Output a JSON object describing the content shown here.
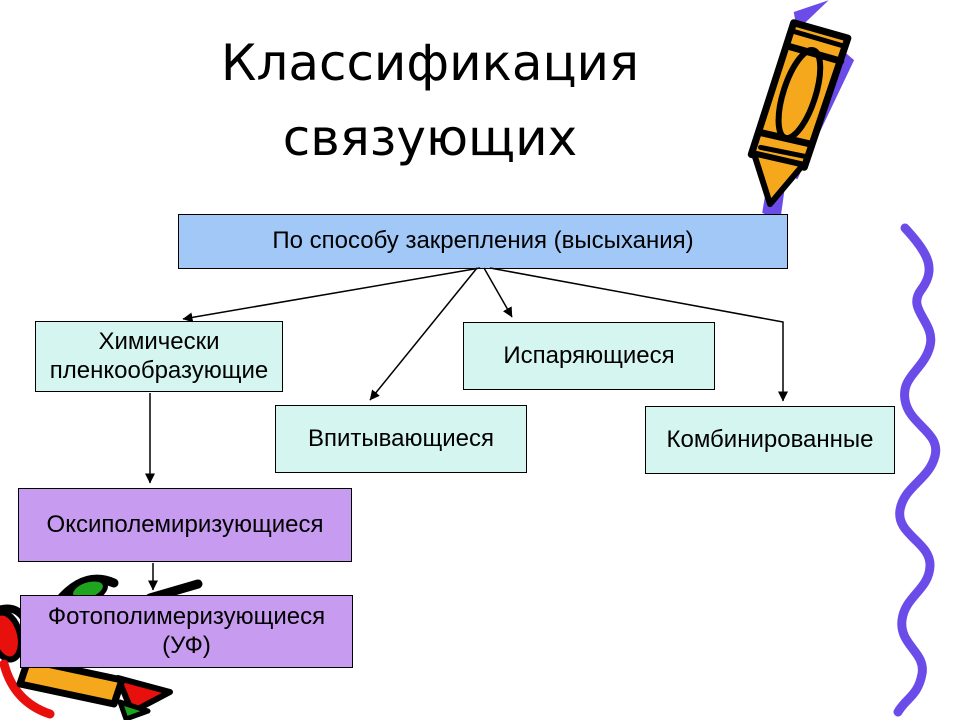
{
  "title": "Классификация связующих",
  "boxes": {
    "root": "По способу закрепления (высыхания)",
    "chem": "Химически пленкообразующие",
    "evap": "Испаряющиеся",
    "absorb": "Впитывающиеся",
    "comb": "Комбинированные",
    "oxy": "Оксиполемиризующиеся",
    "photo": "Фотополимеризующиеся (УФ)"
  },
  "colors": {
    "root_fill": "#A1C8F7",
    "leaf_fill": "#D5F5F0",
    "sub_fill": "#C79CF0",
    "squiggle": "#6C4CE8",
    "crayon_yellow": "#F5A81C",
    "crayon_red": "#E8100C",
    "crayon_green": "#1FA41F",
    "outline": "#000000"
  },
  "icons": {
    "pencil": "crayon-pencil-icon",
    "squiggle": "squiggle-line",
    "crayons": "crayons-cluster-icon"
  }
}
